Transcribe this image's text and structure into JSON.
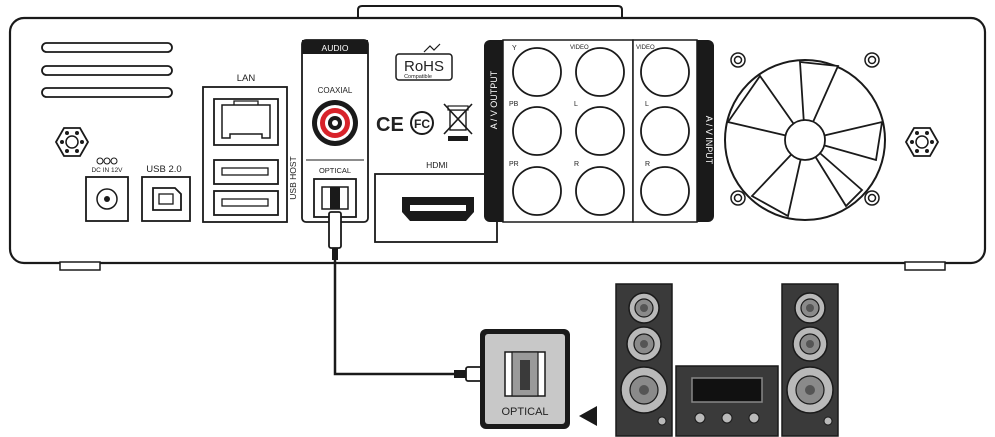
{
  "panel": {
    "lan": "LAN",
    "usb_host": "USB HOST",
    "usb2": "USB 2.0",
    "dc_in": "DC IN 12V",
    "audio": "AUDIO",
    "coaxial": "COAXIAL",
    "optical": "OPTICAL",
    "hdmi": "HDMI",
    "rohs": "RoHS",
    "rohs_sub": "Compatible",
    "ce": "CE",
    "fc": "FC",
    "av_output": "A / V OUTPUT",
    "av_input": "A / V INPUT",
    "out_labels": [
      "Y",
      "VIDEO",
      "PB",
      "L",
      "PR",
      "R"
    ],
    "in_labels": [
      "VIDEO",
      "L",
      "R"
    ]
  },
  "receiver": {
    "optical": "OPTICAL"
  },
  "colors": {
    "outline": "#1a1a1a",
    "coaxial_ring": "#d8232a",
    "panel_fill": "#ffffff",
    "optical_box": "#c8c8c8",
    "speaker_fill": "#3a3a3a"
  },
  "icons": {
    "arrow": "left-arrow-icon",
    "recycle": "weee-bin-icon"
  }
}
